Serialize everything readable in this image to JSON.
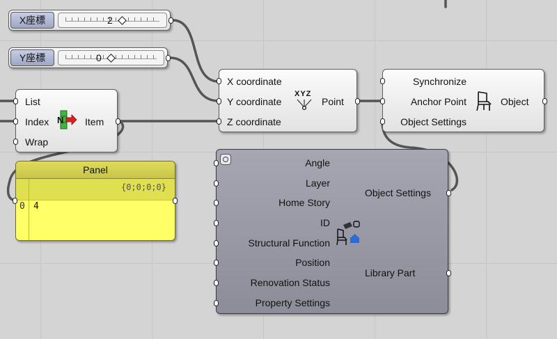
{
  "canvas": {
    "wire_color": "#555555"
  },
  "slider_x": {
    "name": "X座標",
    "value": "2"
  },
  "slider_y": {
    "name": "Y座標",
    "value": "0"
  },
  "list_item": {
    "inputs": [
      "List",
      "Index",
      "Wrap"
    ],
    "output": "Item",
    "icon": "list-item-icon"
  },
  "point": {
    "inputs": [
      "X coordinate",
      "Y coordinate",
      "Z coordinate"
    ],
    "output": "Point",
    "icon": "xyz-point-icon",
    "icon_text": "XYZ"
  },
  "object": {
    "inputs": [
      "Synchronize",
      "Anchor Point",
      "Object Settings"
    ],
    "output": "Object",
    "icon": "chair-icon"
  },
  "panel": {
    "title": "Panel",
    "path": "{0;0;0;0}",
    "index": "0",
    "value": "4",
    "color": "#ffff66"
  },
  "object_settings": {
    "inputs": [
      "Angle",
      "Layer",
      "Home Story",
      "ID",
      "Structural Function",
      "Position",
      "Renovation Status",
      "Property Settings"
    ],
    "outputs": [
      "Object Settings",
      "Library Part"
    ],
    "icon": "object-settings-icon"
  }
}
